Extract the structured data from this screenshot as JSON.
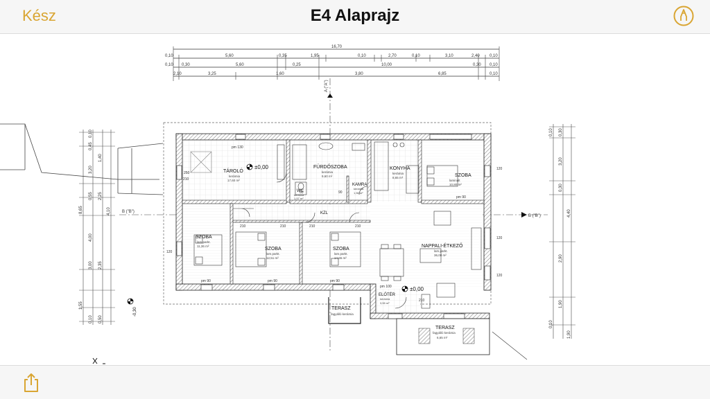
{
  "toolbar": {
    "done_label": "Kész",
    "title": "E4 Alaprajz",
    "markup_icon": "markup-pen-icon",
    "share_icon": "share-icon"
  },
  "colors": {
    "accent": "#d9a532",
    "bar_bg": "#f6f6f6",
    "title_text": "#111111"
  },
  "plan": {
    "dims_top": {
      "row1": [
        "0,10",
        "5,60",
        "0,35",
        "1,95",
        "0,10",
        "2,70",
        "0,10",
        "3,10",
        "2,40",
        "0,10"
      ],
      "total": "16,70",
      "row2": [
        "0,10",
        "0,30",
        "5,60",
        "0,25",
        "10,00",
        "0,30",
        "0,10"
      ],
      "row3": [
        "2,10",
        "3,25",
        "1,60",
        "3,80",
        "6,85",
        "0,10"
      ]
    },
    "dims_left": [
      "0,10",
      "0,45",
      "3,20",
      "1,40",
      "0,55",
      "2,25",
      "4,10",
      "4,00",
      "3,00",
      "2,35",
      "1,55",
      "0,10",
      "0,50",
      "8,65"
    ],
    "dims_right": [
      "0,10",
      "0,30",
      "3,20",
      "0,30",
      "4,40",
      "2,90",
      "1,90",
      "0,10",
      "1,90"
    ],
    "section_a": "A (\"A\")",
    "section_b": "B (\"B\")",
    "section_b_left": "B (\"B\")",
    "level_mark": "±0,00",
    "level_mark_2": "±0,00",
    "level_mark_3": "-0,30",
    "rooms": {
      "tarolo": {
        "name": "TÁROLÓ",
        "sub": "kerámia",
        "area": "17,60 m²"
      },
      "furdoszoba": {
        "name": "FÜRDŐSZOBA",
        "sub": "kerámia",
        "area": "9,60 m²"
      },
      "wc": {
        "name": "WC",
        "sub": "kerámia",
        "area": "1,57 m²"
      },
      "kamra": {
        "name": "KAMRA",
        "sub": "kerámia",
        "area": "1,56 m²"
      },
      "konyha": {
        "name": "KONYHA",
        "sub": "kerámia",
        "area": "8,65 m²"
      },
      "szoba_ne": {
        "name": "SZOBA",
        "sub": "laminált",
        "area": "10,80 m²"
      },
      "szoba_w": {
        "name": "SZOBA",
        "sub": "lam.parkt.",
        "area": "11,36 m²"
      },
      "szoba_c1": {
        "name": "SZOBA",
        "sub": "lam.parkt.",
        "area": "12,51 m²"
      },
      "szoba_c2": {
        "name": "SZOBA",
        "sub": "lam.parkt.",
        "area": "14,65 m²"
      },
      "nappali": {
        "name": "NAPPALI-ÉTKEZŐ",
        "sub": "lam.parkt.",
        "area": "36,00 m²"
      },
      "eloter": {
        "name": "ELŐTÉR",
        "sub": "kerámia",
        "area": "3,55 m²"
      },
      "terasz_l": {
        "name": "TERASZ",
        "sub": "fagyálló kerámia",
        "area": ""
      },
      "terasz_b": {
        "name": "TERASZ",
        "sub": "fagyálló kerámia",
        "area": "6,65 m²"
      },
      "kzl": {
        "name": "KZL",
        "sub": "",
        "area": ""
      }
    },
    "door_labels": [
      "pm 130",
      "pm 90",
      "pm 90",
      "pm 90",
      "pm 90",
      "pm 100",
      "210",
      "210",
      "210",
      "210",
      "210",
      "120",
      "120",
      "120",
      "120",
      "60",
      "90",
      "250",
      "210"
    ]
  }
}
